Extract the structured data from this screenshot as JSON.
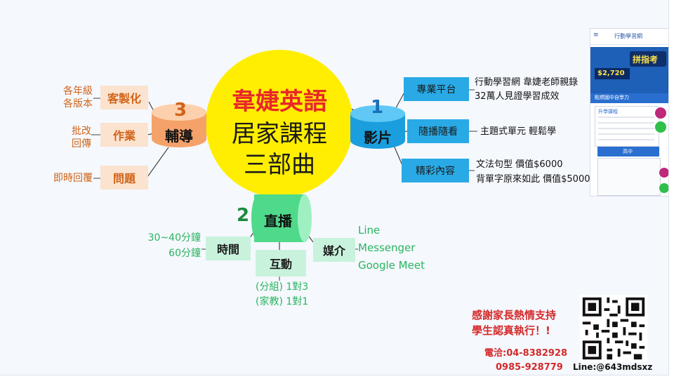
{
  "center": {
    "line1": "韋婕英語",
    "line2": "居家課程",
    "line3": "三部曲",
    "color_title": "#e8282a",
    "color_fill": "#ffee00"
  },
  "branch_video": {
    "number": "1",
    "label": "影片",
    "items": [
      {
        "box": "專業平台",
        "text_lines": [
          "行動學習網 韋婕老師親錄",
          "32萬人見證學習成效"
        ]
      },
      {
        "box": "隨播隨看",
        "text_lines": [
          "主題式單元 輕鬆學"
        ]
      },
      {
        "box": "精彩內容",
        "text_lines": [
          "文法句型 價值$6000",
          "背單字原來如此 價值$5000"
        ]
      }
    ]
  },
  "branch_tutoring": {
    "number": "3",
    "label": "輔導",
    "items": [
      {
        "box": "客製化",
        "text_lines": [
          "各年級",
          "各版本"
        ]
      },
      {
        "box": "作業",
        "text_lines": [
          "批改",
          "回傳"
        ]
      },
      {
        "box": "問題",
        "text_lines": [
          "即時回覆"
        ]
      }
    ]
  },
  "branch_live": {
    "number": "2",
    "label": "直播",
    "time": {
      "box": "時間",
      "text_lines": [
        "30~40分鐘",
        "60分鐘"
      ]
    },
    "interaction": {
      "box": "互動",
      "text_lines": [
        "(分組) 1對3",
        "(家教) 1對1"
      ]
    },
    "media": {
      "box": "媒介",
      "text_lines": [
        "Line",
        "Messenger",
        "Google Meet"
      ]
    }
  },
  "phone_mock": {
    "site_name": "行動學習網",
    "banner_text": "拼指考",
    "price": "$2,720",
    "menu_item": "點燃國中自學力",
    "section1": "升學課程",
    "section2": "高中"
  },
  "contact": {
    "thanks_line1": "感謝家長熱情支持",
    "thanks_line2": "學生認真執行！!",
    "phone_label": "電洽:04-8382928",
    "mobile": "0985-928779",
    "line_id": "Line:@643mdsxz"
  },
  "colors": {
    "blue": "#29aae6",
    "blue_cyl": "#1a9ede",
    "orange_cyl": "#f5a26a",
    "green_cyl": "#5fe39b",
    "orange_text": "#d0641a",
    "green_text": "#28b560",
    "red_text": "#d42a2a"
  }
}
